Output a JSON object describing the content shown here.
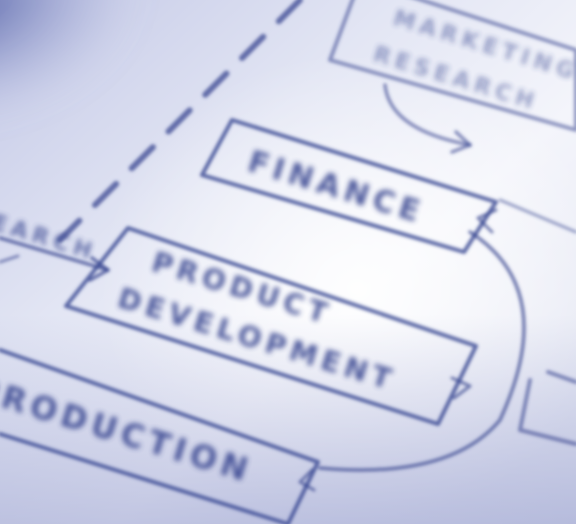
{
  "labels": {
    "finance": "FINANCE",
    "product_line1": "PRODUCT",
    "product_line2": "DEVELOPMENT",
    "production": "PRODUCTION",
    "research": "RESEARCH",
    "top_line1": "MARKETING",
    "top_line2": "RESEARCH"
  },
  "colors": {
    "ink": "#303f8c",
    "paper": "#eef0f8",
    "shadow": "#3a4796"
  }
}
